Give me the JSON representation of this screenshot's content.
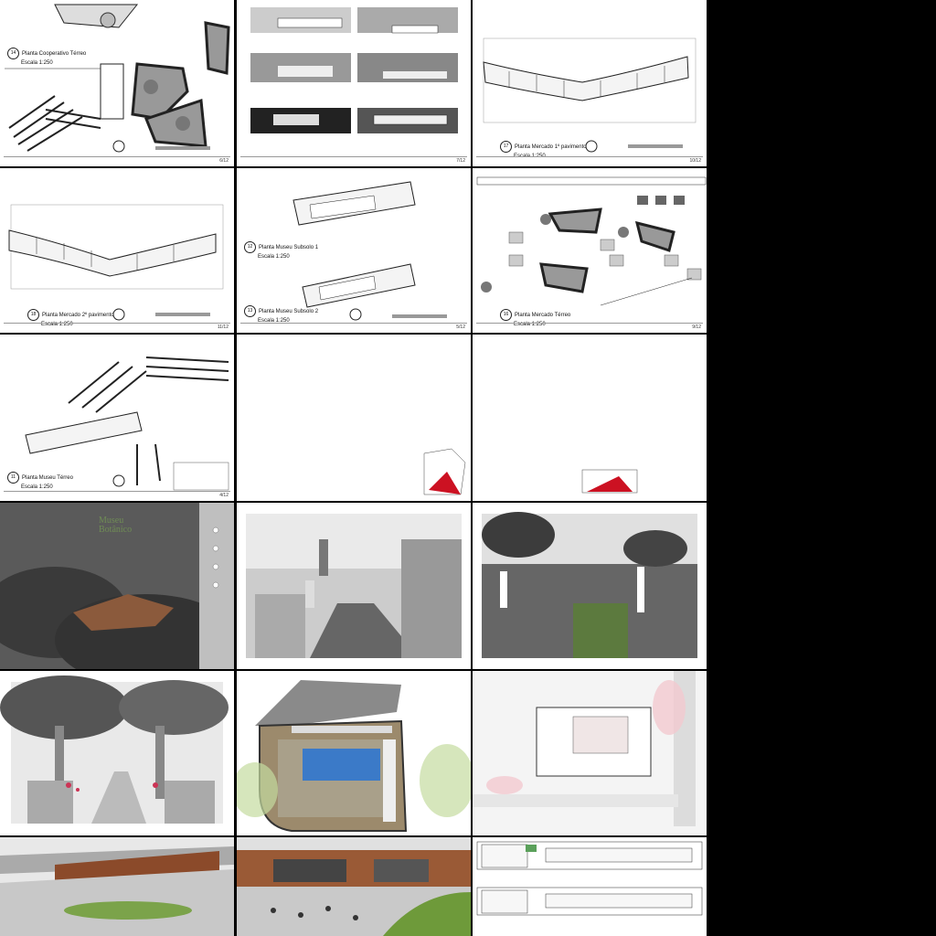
{
  "sheets": {
    "s1": {
      "label_num": "14",
      "title": "Planta Cooperativo Térreo",
      "scale": "Escala 1:250",
      "page": "6/12"
    },
    "s2": {
      "page": "7/12"
    },
    "s3": {
      "label_num": "17",
      "title": "Planta Mercado 1º pavimento",
      "scale": "Escala 1:250",
      "page": "10/12"
    },
    "s4": {
      "label_num": "18",
      "title": "Planta Mercado 2º pavimento",
      "scale": "Escala 1:250",
      "page": "11/12"
    },
    "s5": {
      "label_num_a": "12",
      "title_a": "Planta Museu Subsolo 1",
      "scale_a": "Escala 1:250",
      "label_num_b": "13",
      "title_b": "Planta Museu Subsolo 2",
      "scale_b": "Escala 1:250",
      "page": "5/12"
    },
    "s6": {
      "label_num": "16",
      "title": "Planta Mercado Térreo",
      "scale": "Escala 1:250",
      "page": "9/12"
    },
    "s7": {
      "label_num": "11",
      "title": "Planta Museu Térreo",
      "scale": "Escala 1:250",
      "page": "4/12"
    }
  },
  "museum": {
    "title_line1": "Museu",
    "title_line2": "Botânico"
  },
  "colors": {
    "background": "#000000",
    "sheet": "#ffffff",
    "museum_green": "#6f8c55",
    "render_red": "#cc1122"
  }
}
